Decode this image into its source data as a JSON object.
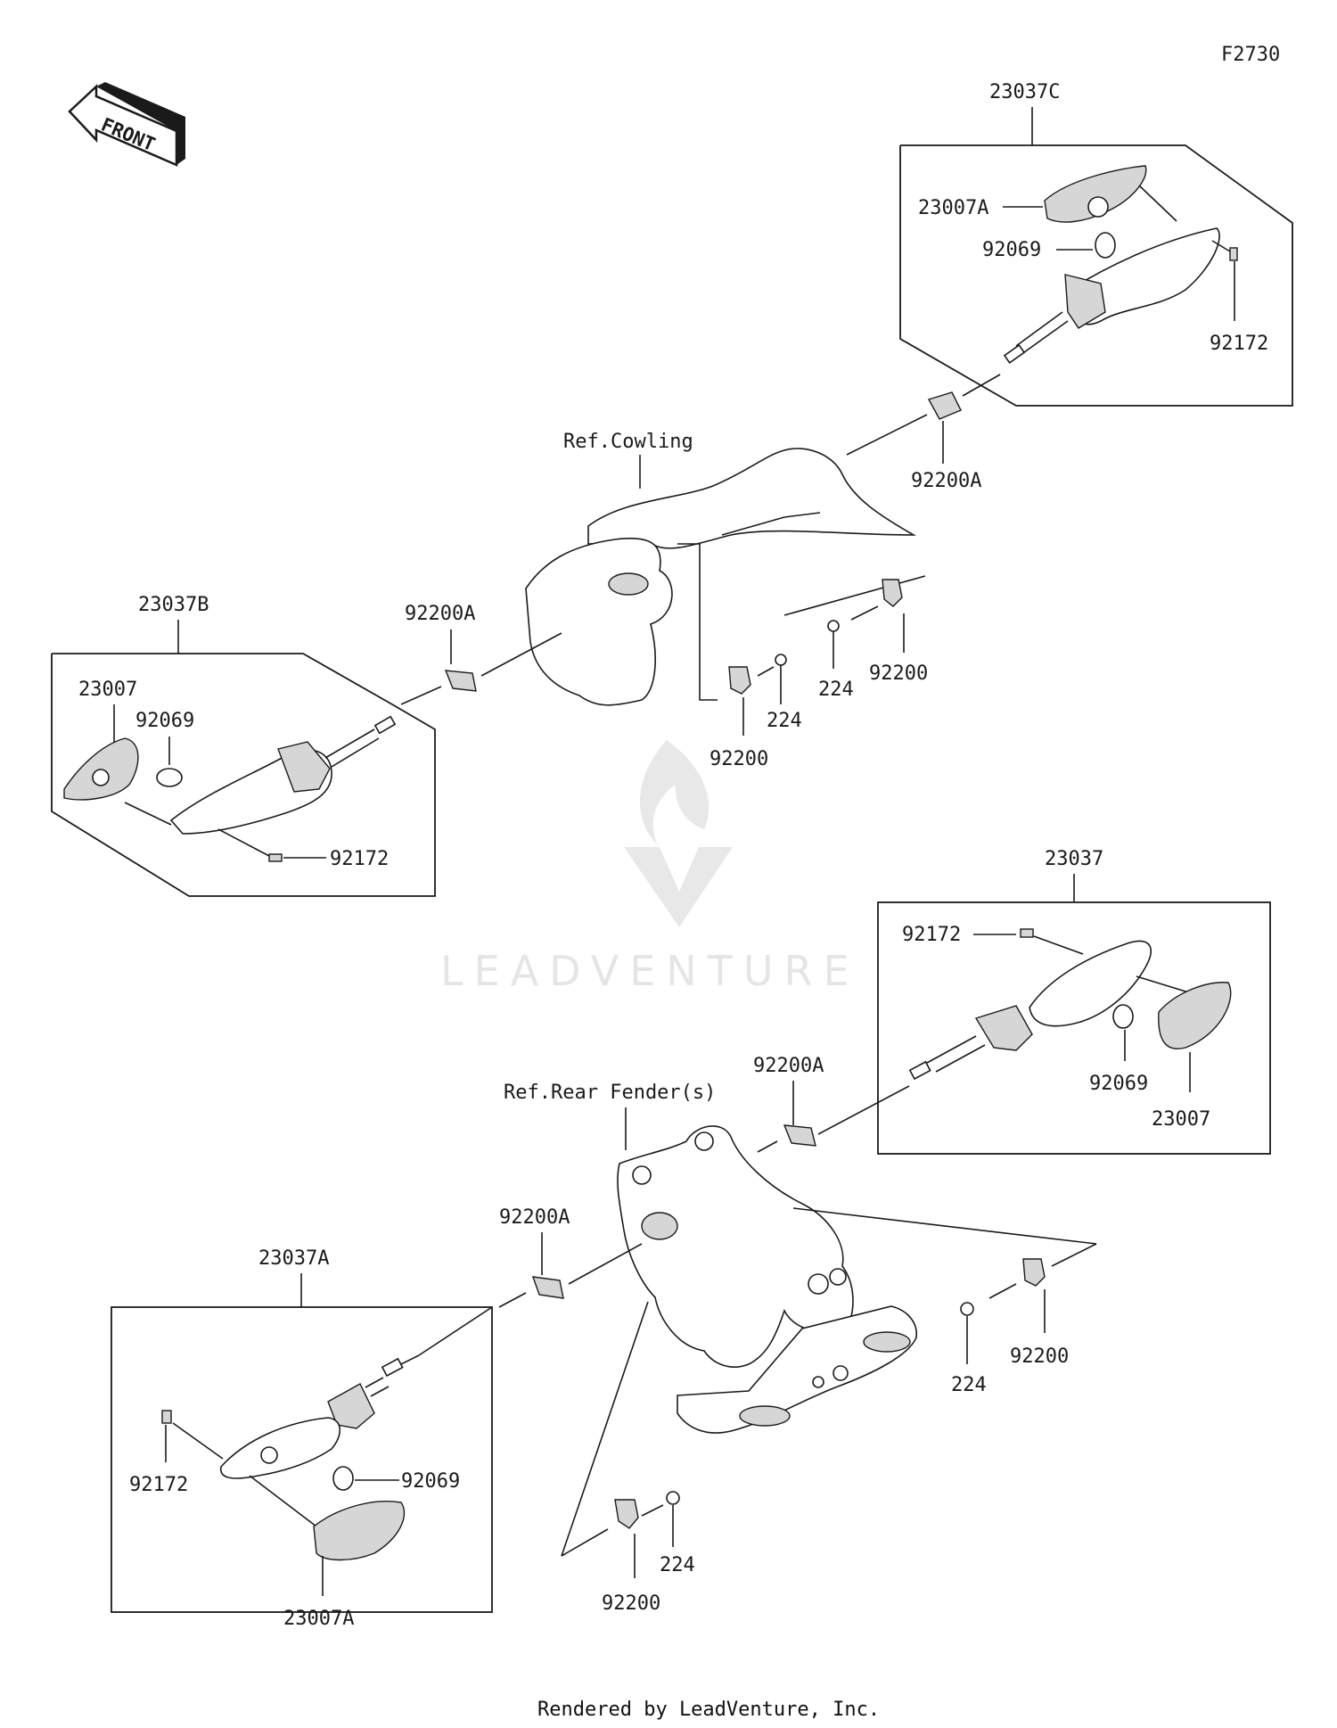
{
  "diagram_code": "F2730",
  "front_arrow_text": "FRONT",
  "watermark_text": "LEADVENTURE",
  "footer_text": "Rendered by LeadVenture, Inc.",
  "labels": {
    "a_23037C": "23037C",
    "a_23007A": "23007A",
    "a_92069": "92069",
    "a_92172": "92172",
    "a_92200A_top": "92200A",
    "ref_cowling": "Ref.Cowling",
    "b_23037B": "23037B",
    "b_23007": "23007",
    "b_92069": "92069",
    "b_92172": "92172",
    "b_92200A": "92200A",
    "c_224_right": "224",
    "c_92200_right": "92200",
    "c_224_left": "224",
    "c_92200_left": "92200",
    "d_23037": "23037",
    "d_92172": "92172",
    "d_92069": "92069",
    "d_23007": "23007",
    "d_92200A": "92200A",
    "ref_rear_fender": "Ref.Rear Fender(s)",
    "e_92200A": "92200A",
    "e_23037A": "23037A",
    "e_92172": "92172",
    "e_92069": "92069",
    "e_23007A": "23007A",
    "f_224_right": "224",
    "f_92200_right": "92200",
    "f_224_bottom": "224",
    "f_92200_bottom": "92200"
  }
}
